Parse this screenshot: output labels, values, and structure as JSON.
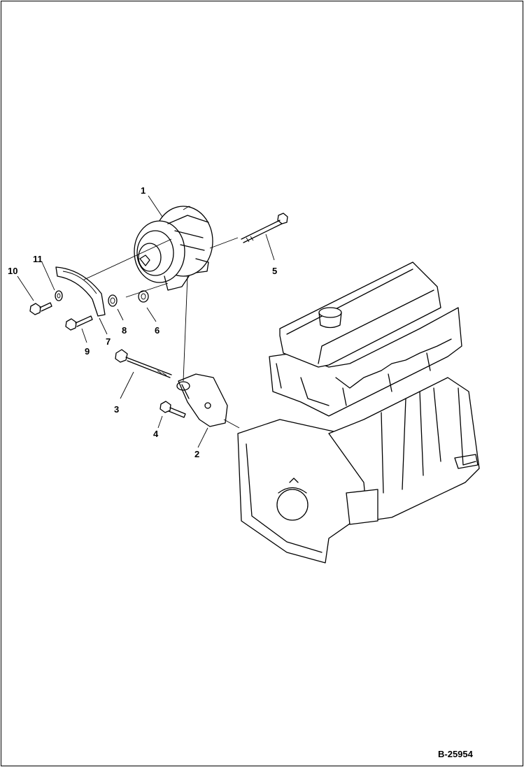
{
  "callouts": [
    "1",
    "2",
    "3",
    "4",
    "5",
    "6",
    "7",
    "8",
    "9",
    "10",
    "11"
  ],
  "reference_number": "B-25954",
  "colors": {
    "line": "#000000",
    "background": "#ffffff"
  }
}
